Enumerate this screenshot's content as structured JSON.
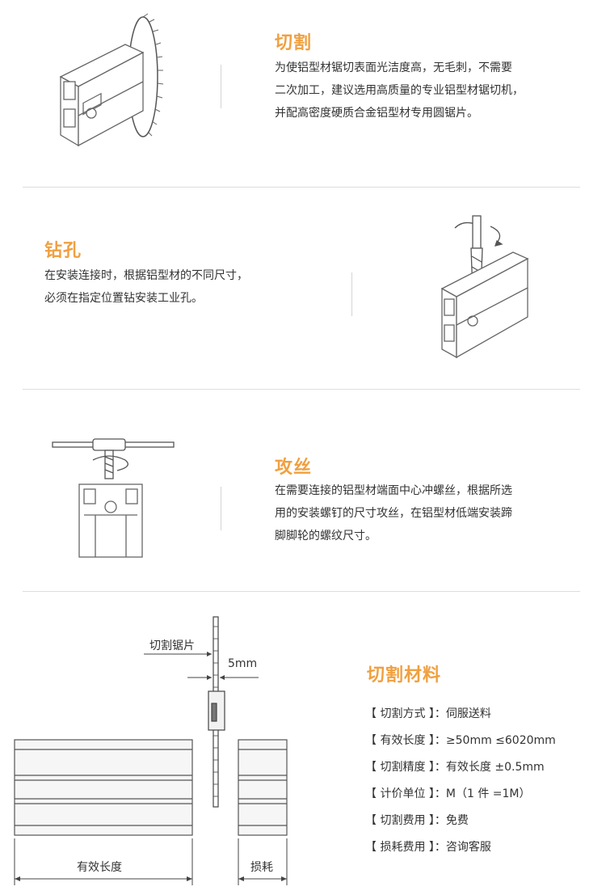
{
  "cutting": {
    "title": "切割",
    "lines": [
      "为使铝型材锯切表面光洁度高，无毛刺，不需要",
      "二次加工，建议选用高质量的专业铝型材锯切机，",
      "并配高密度硬质合金铝型材专用圆锯片。"
    ]
  },
  "drilling": {
    "title": "钻孔",
    "lines": [
      "在安装连接时，根据铝型材的不同尺寸，",
      "必须在指定位置钻安装工业孔。"
    ]
  },
  "tapping": {
    "title": "攻丝",
    "lines": [
      "在需要连接的铝型材端面中心冲螺丝，根据所选",
      "用的安装螺钉的尺寸攻丝，在铝型材低端安装蹄",
      "脚脚轮的螺纹尺寸。"
    ]
  },
  "diagram": {
    "blade_label": "切割锯片",
    "kerf_label": "5mm",
    "effective_label": "有效长度",
    "loss_label": "损耗"
  },
  "material": {
    "title": "切割材料",
    "specs": [
      "【 切割方式 】：伺服送料",
      "【 有效长度 】：≥50mm ≤6020mm",
      "【 切割精度 】：有效长度 ±0.5mm",
      "【 计价单位 】：M（1 件 =1M）",
      "【 切割费用 】：免费",
      "【 损耗费用 】：咨询客服"
    ]
  },
  "colors": {
    "accent": "#f0a040",
    "text": "#333333",
    "divider": "#dddddd"
  }
}
